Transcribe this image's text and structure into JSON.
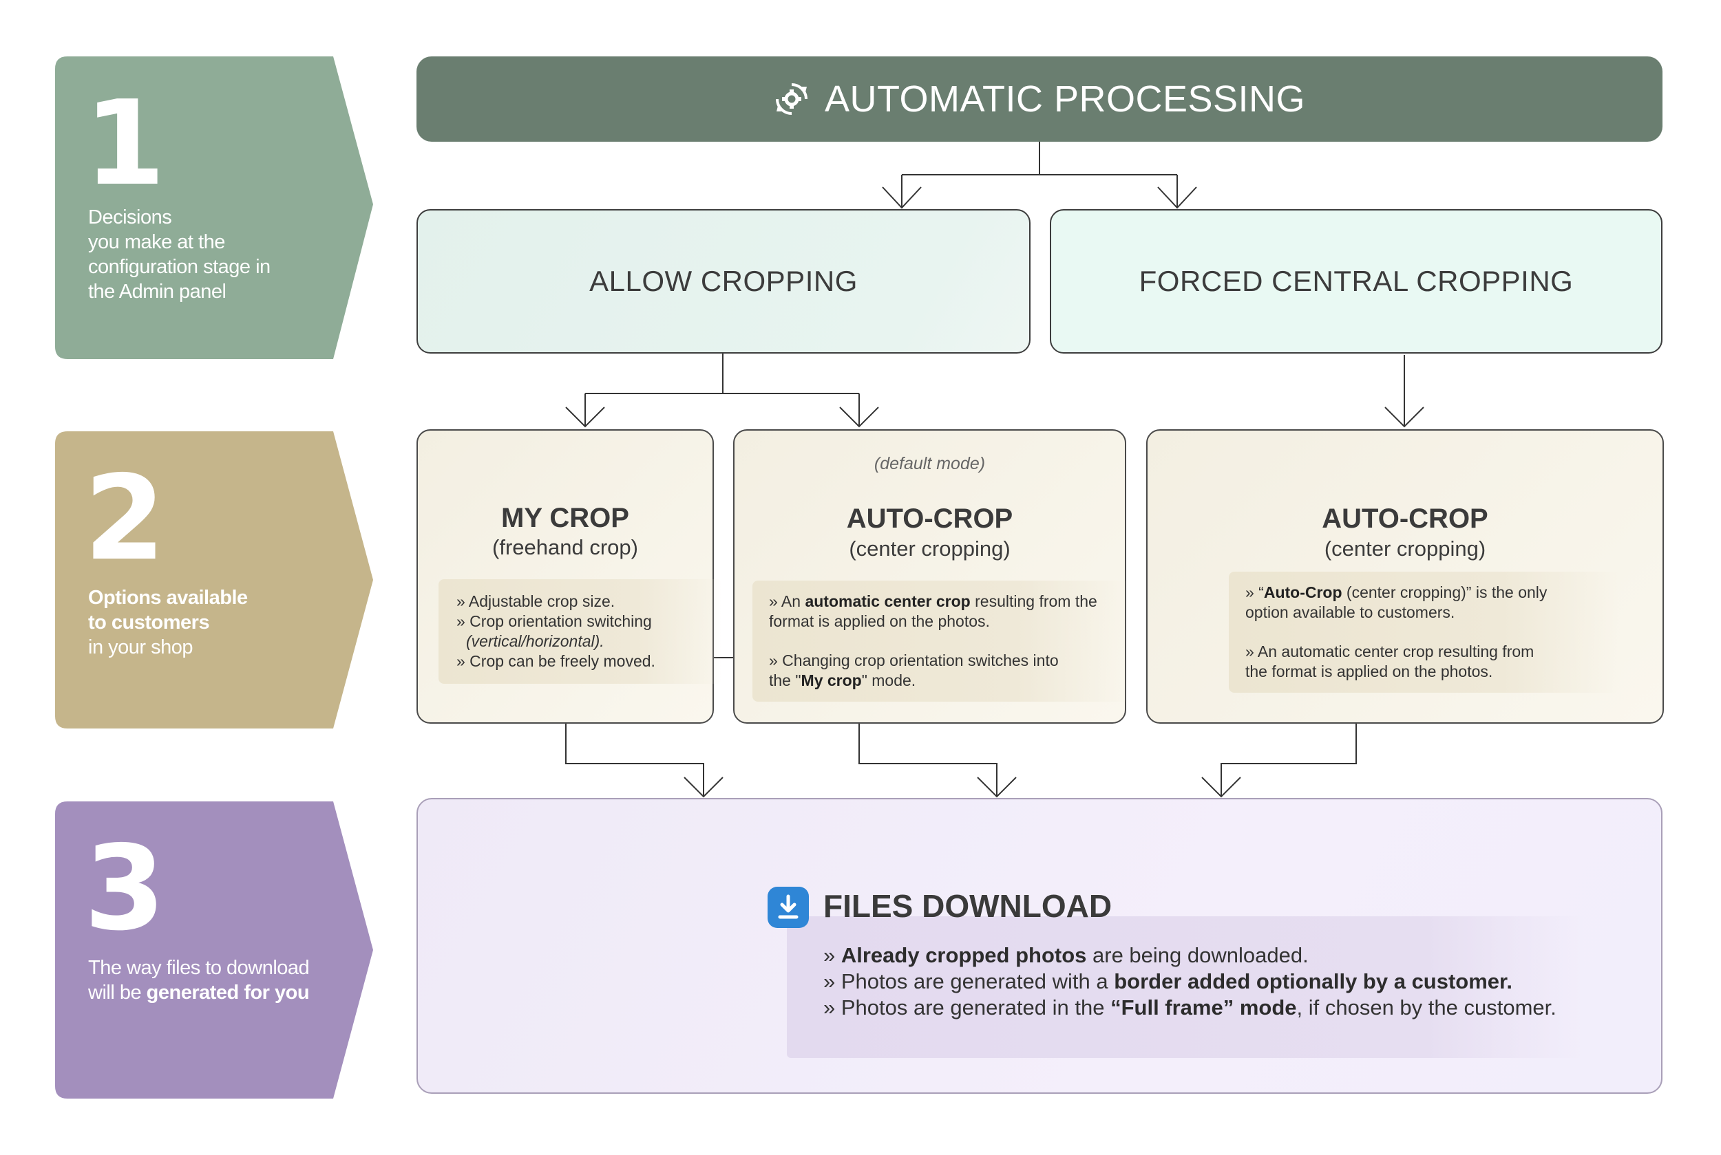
{
  "steps": [
    {
      "number": "1",
      "desc_lines": [
        "Decisions",
        "you make at the",
        "configuration stage in",
        "the Admin panel"
      ],
      "color": "#8fac97"
    },
    {
      "number": "2",
      "desc_lines_bold": [
        "Options available",
        "to customers"
      ],
      "desc_lines": [
        "in your shop"
      ],
      "color": "#c5b58b"
    },
    {
      "number": "3",
      "desc_line1": "The way files to download",
      "desc_line2_prefix": "will be ",
      "desc_line2_bold": "generated for you",
      "color": "#a38fbd"
    }
  ],
  "header": {
    "title": "AUTOMATIC PROCESSING",
    "icon": "gear-cycle-icon",
    "color": "#6a7e70"
  },
  "modes": {
    "allow": {
      "label": "ALLOW CROPPING",
      "color": "#e6f3ef"
    },
    "forced": {
      "label": "FORCED CENTRAL CROPPING",
      "color": "#e9f9f3"
    }
  },
  "options": {
    "my_crop": {
      "title": "MY CROP",
      "subtitle": "(freehand crop)",
      "notes": [
        "» Adjustable crop size.",
        "» Crop orientation switching",
        "(vertical/horizontal).",
        "» Crop can be freely moved."
      ]
    },
    "auto_crop_default": {
      "tag": "(default mode)",
      "title": "AUTO-CROP",
      "subtitle": "(center cropping)",
      "n1_prefix": "»  An ",
      "n1_bold": "automatic center crop",
      "n1_suffix": " resulting from the",
      "n1_line2": "format is applied on the photos.",
      "n2_line1": "»  Changing crop orientation switches into",
      "n2_prefix": "the \"",
      "n2_bold": "My crop",
      "n2_suffix": "\" mode."
    },
    "auto_crop_forced": {
      "title": "AUTO-CROP",
      "subtitle": "(center cropping)",
      "n1_prefix": "» “",
      "n1_bold": "Auto-Crop",
      "n1_suffix": " (center cropping)” is the only",
      "n1_line2": "option available to customers.",
      "n2_line1": "»  An automatic center crop resulting from",
      "n2_line2": "the format is applied on the photos."
    }
  },
  "download": {
    "title": "FILES DOWNLOAD",
    "icon": "download-icon",
    "icon_color": "#2f86d6",
    "l1_prefix": "» ",
    "l1_bold": "Already cropped photos",
    "l1_suffix": " are being downloaded.",
    "l2_prefix": "» Photos are generated with a ",
    "l2_bold": "border added optionally by a customer.",
    "l3_prefix": "» Photos are generated in the ",
    "l3_bold": "“Full frame” mode",
    "l3_suffix": ", if chosen by the customer."
  }
}
